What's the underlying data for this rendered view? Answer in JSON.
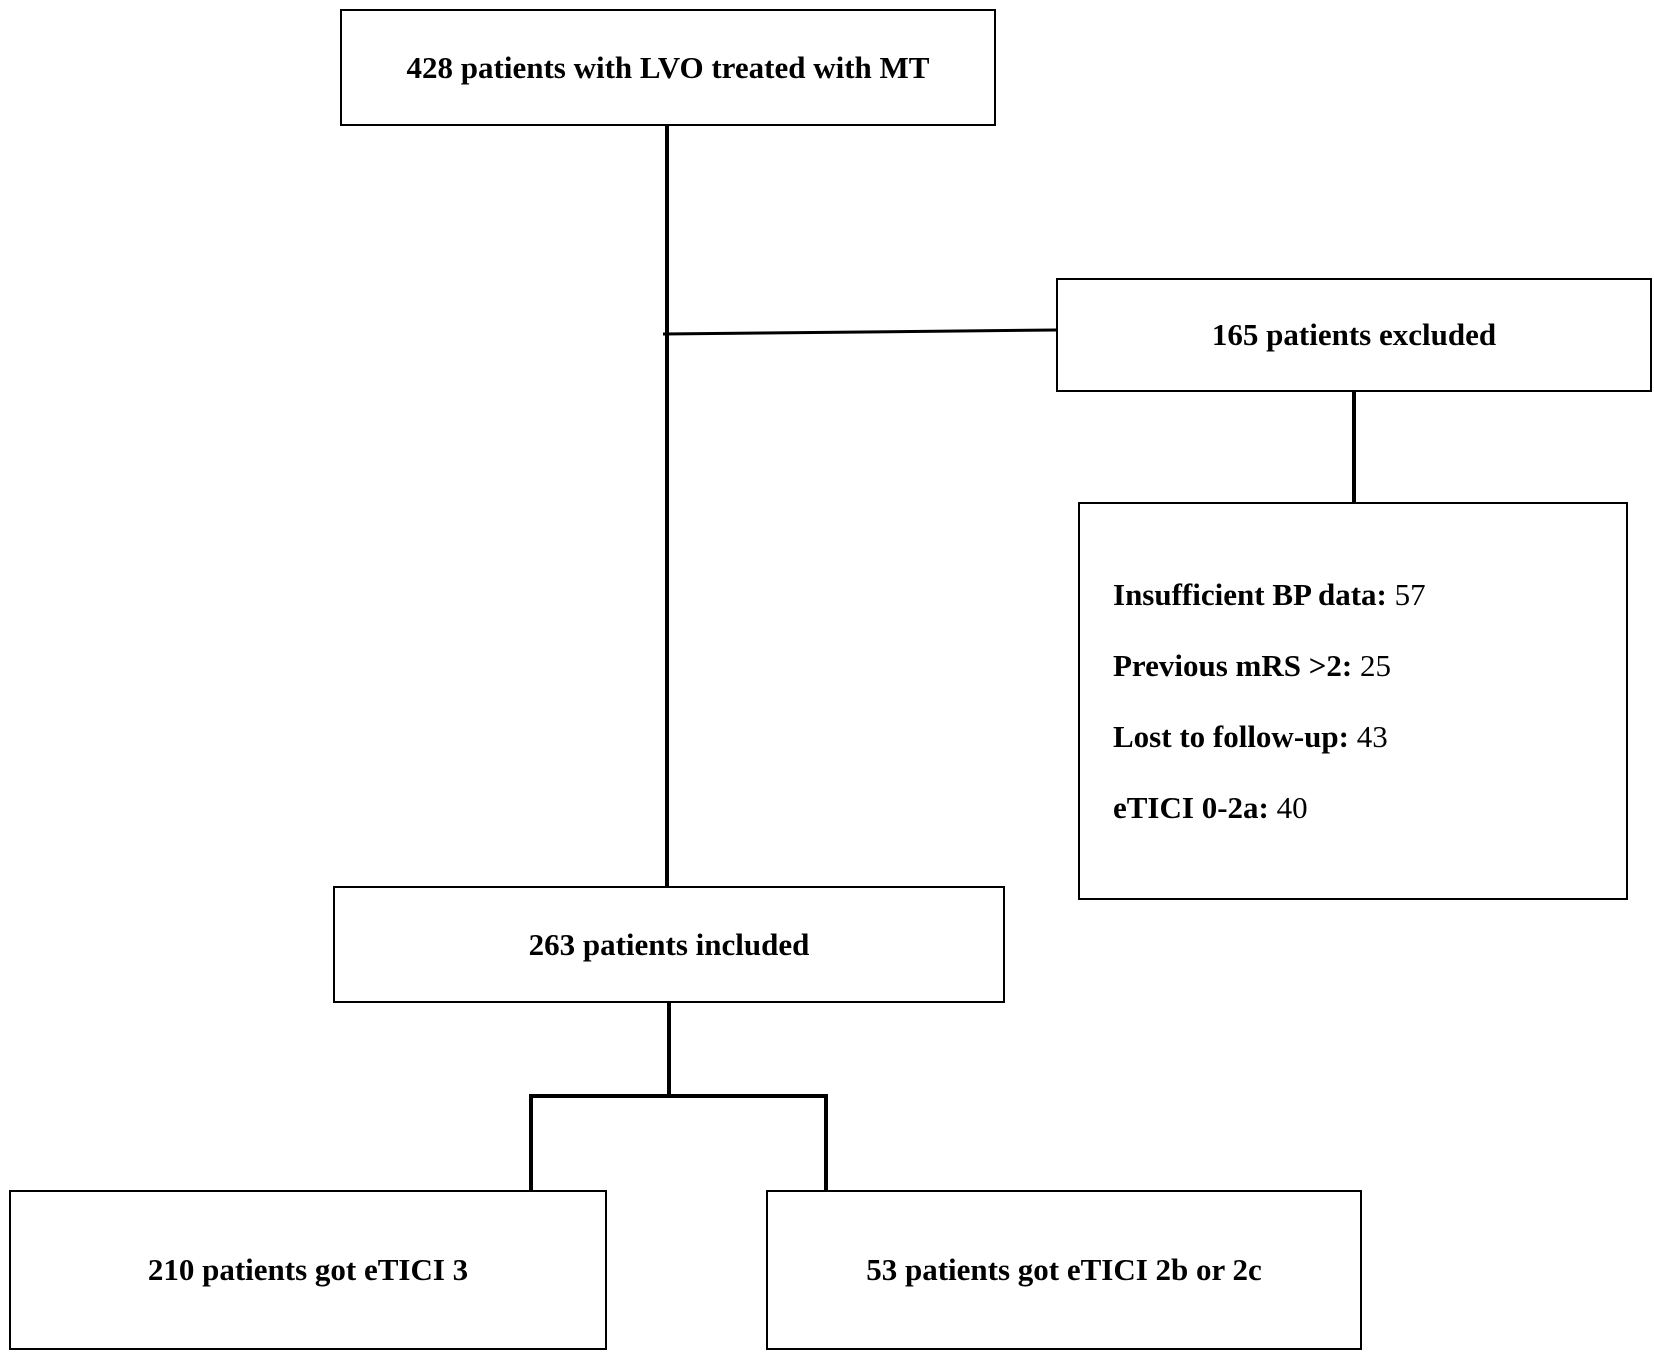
{
  "flowchart": {
    "total": "428 patients with LVO treated with MT",
    "excluded": "165 patients excluded",
    "exclusion_reasons": [
      {
        "label": "Insufficient BP data:",
        "value": "57"
      },
      {
        "label": "Previous mRS >2:",
        "value": "25"
      },
      {
        "label": "Lost to follow-up:",
        "value": "43"
      },
      {
        "label": "eTICI 0-2a:",
        "value": "40"
      }
    ],
    "included": "263 patients included",
    "outcome_left": "210 patients got eTICI 3",
    "outcome_right": "53 patients got eTICI 2b or 2c"
  },
  "colors": {
    "stroke": "#000000",
    "background": "#ffffff"
  }
}
